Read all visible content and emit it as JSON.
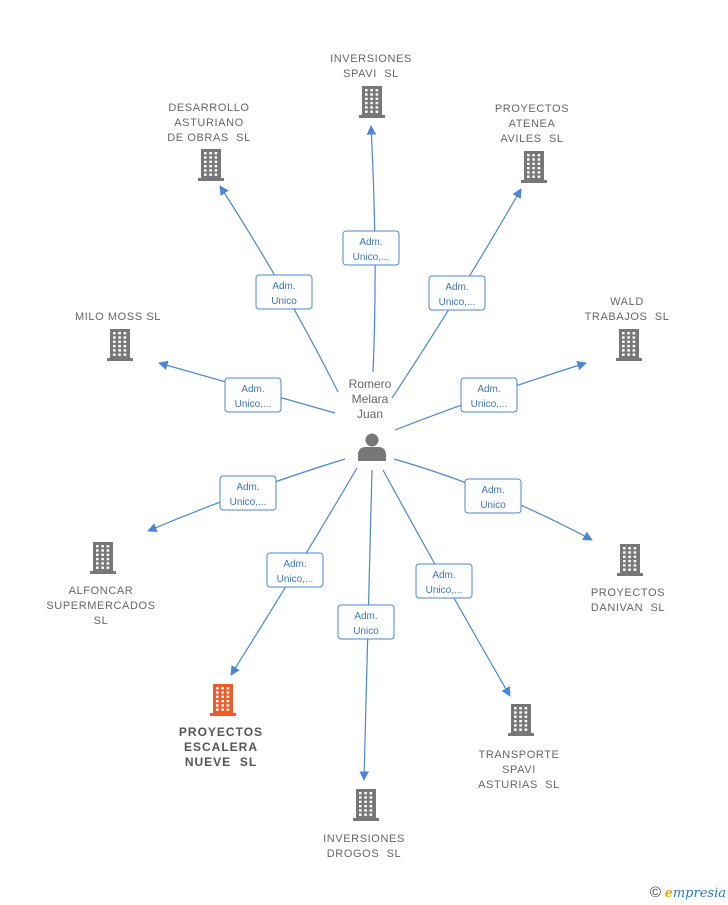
{
  "center": {
    "name_lines": [
      "Romero",
      "Melara",
      "Juan"
    ],
    "icon": "person-icon"
  },
  "colors": {
    "edge": "#4a86d4",
    "building": "#777777",
    "highlight": "#f05a28"
  },
  "nodes": [
    {
      "id": "inversiones-spavi",
      "lines": [
        "INVERSIONES",
        "SPAVI  SL"
      ],
      "role": [
        "Adm.",
        "Unico,..."
      ],
      "highlight": false,
      "icon": "building-icon"
    },
    {
      "id": "desarrollo-asturiano",
      "lines": [
        "DESARROLLO",
        "ASTURIANO",
        "DE OBRAS  SL"
      ],
      "role": [
        "Adm.",
        "Unico"
      ],
      "highlight": false,
      "icon": "building-icon"
    },
    {
      "id": "proyectos-atenea",
      "lines": [
        "PROYECTOS",
        "ATENEA",
        "AVILES  SL"
      ],
      "role": [
        "Adm.",
        "Unico,..."
      ],
      "highlight": false,
      "icon": "building-icon"
    },
    {
      "id": "milo-moss",
      "lines": [
        "MILO MOSS SL"
      ],
      "role": [
        "Adm.",
        "Unico,..."
      ],
      "highlight": false,
      "icon": "building-icon"
    },
    {
      "id": "wald-trabajos",
      "lines": [
        "WALD",
        "TRABAJOS  SL"
      ],
      "role": [
        "Adm.",
        "Unico,..."
      ],
      "highlight": false,
      "icon": "building-icon"
    },
    {
      "id": "alfoncar",
      "lines": [
        "ALFONCAR",
        "SUPERMERCADOS",
        "SL"
      ],
      "role": [
        "Adm.",
        "Unico,..."
      ],
      "highlight": false,
      "icon": "building-icon"
    },
    {
      "id": "proyectos-danivan",
      "lines": [
        "PROYECTOS",
        "DANIVAN  SL"
      ],
      "role": [
        "Adm.",
        "Unico"
      ],
      "highlight": false,
      "icon": "building-icon"
    },
    {
      "id": "proyectos-escalera",
      "lines": [
        "PROYECTOS",
        "ESCALERA",
        "NUEVE  SL"
      ],
      "role": [
        "Adm.",
        "Unico,..."
      ],
      "highlight": true,
      "icon": "building-icon"
    },
    {
      "id": "inversiones-drogos",
      "lines": [
        "INVERSIONES",
        "DROGOS  SL"
      ],
      "role": [
        "Adm.",
        "Unico"
      ],
      "highlight": false,
      "icon": "building-icon"
    },
    {
      "id": "transporte-spavi",
      "lines": [
        "TRANSPORTE",
        "SPAVI",
        "ASTURIAS  SL"
      ],
      "role": [
        "Adm.",
        "Unico,..."
      ],
      "highlight": false,
      "icon": "building-icon"
    }
  ],
  "footer": {
    "copyright": "©",
    "brand_first": "e",
    "brand_rest": "mpresia"
  }
}
